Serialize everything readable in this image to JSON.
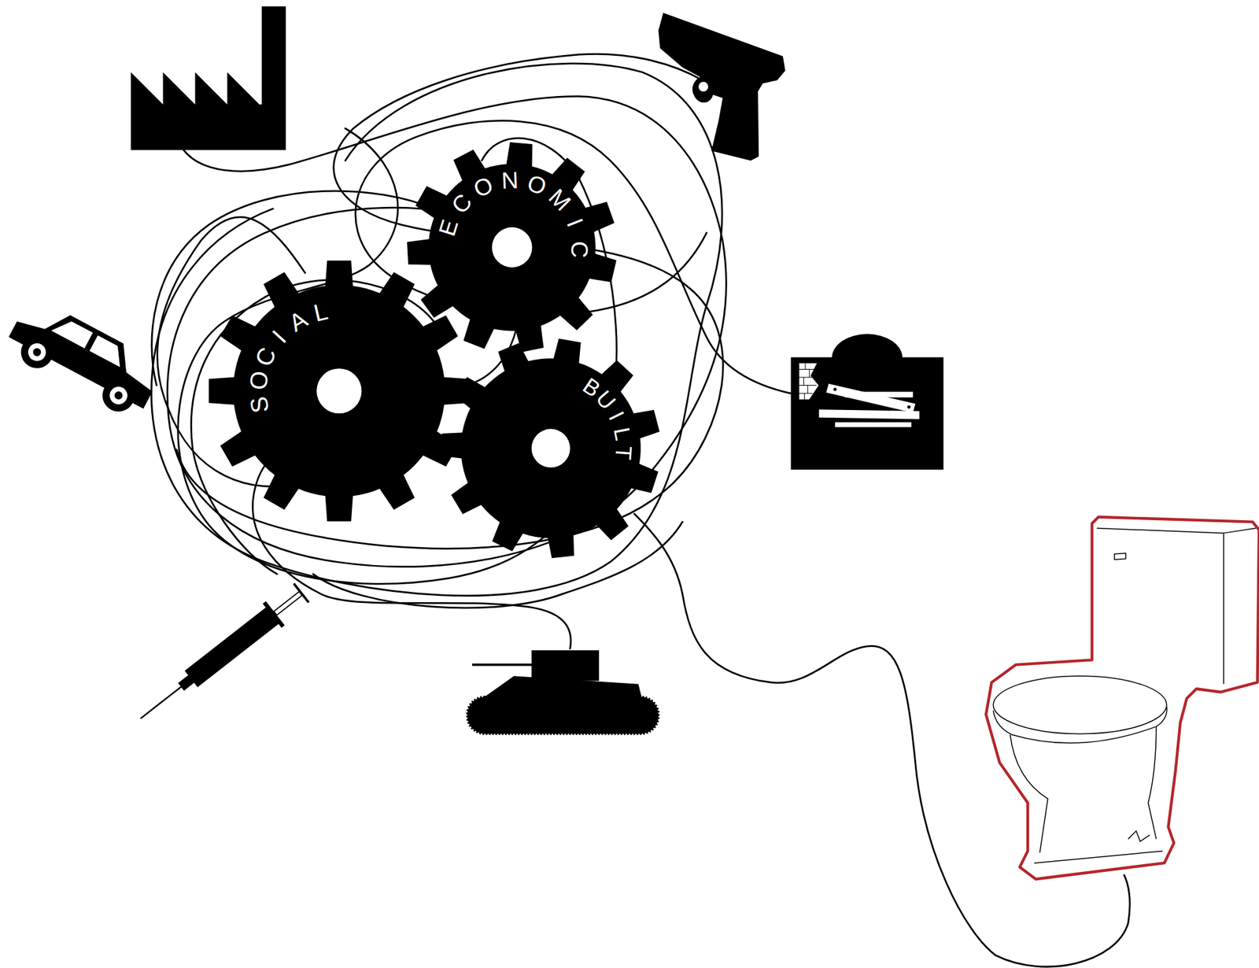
{
  "diagram": {
    "nodes": [
      {
        "text": [
          "ECONOMIC"
        ]
      },
      {
        "text": [
          "SOCIAL"
        ]
      },
      {
        "text": [
          "BUILT"
        ]
      }
    ]
  }
}
